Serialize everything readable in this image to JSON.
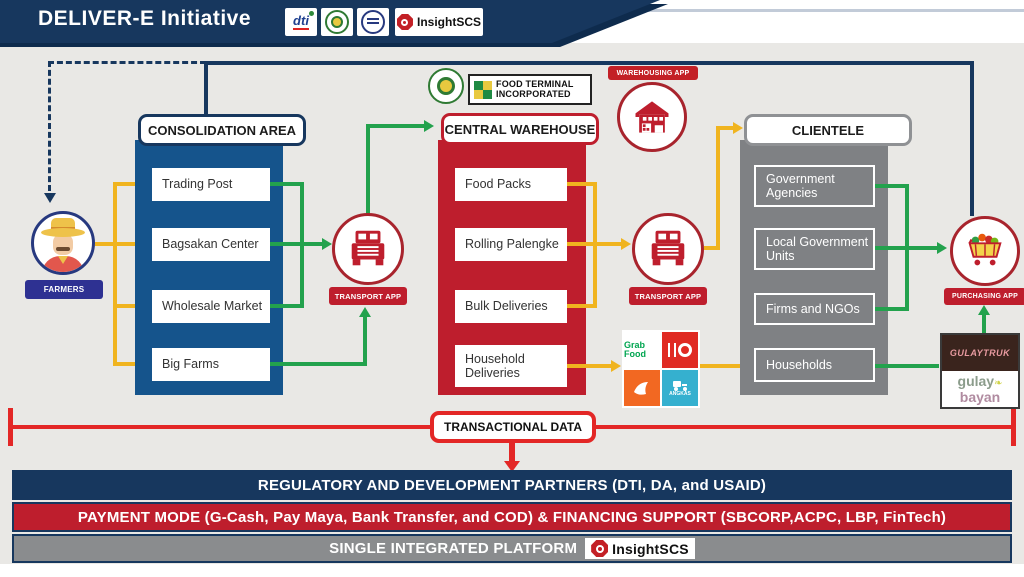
{
  "header": {
    "title": "DELIVER-E Initiative",
    "dti_logo_text": "dti",
    "brand": "InsightSCS"
  },
  "farmers": {
    "label": "FARMERS"
  },
  "consolidation": {
    "label": "CONSOLIDATION AREA",
    "items": [
      "Trading Post",
      "Bagsakan Center",
      "Wholesale Market",
      "Big Farms"
    ]
  },
  "transport1": {
    "label": "TRANSPORT APP"
  },
  "warehouse": {
    "label": "CENTRAL WAREHOUSE",
    "items": [
      "Food Packs",
      "Rolling Palengke",
      "Bulk Deliveries",
      "Household Deliveries"
    ]
  },
  "warehousing_app": {
    "label": "WAREHOUSING APP"
  },
  "food_terminal": {
    "line1": "FOOD TERMINAL",
    "line2": "INCORPORATED"
  },
  "transport2": {
    "label": "TRANSPORT APP"
  },
  "delivery_apps": {
    "grab": "Grab Food",
    "angkas": "ANGKAS"
  },
  "clientele": {
    "label": "CLIENTELE",
    "items": [
      "Government Agencies",
      "Local Government Units",
      "Firms and NGOs",
      "Households"
    ]
  },
  "purchasing_app": {
    "label": "PURCHASING APP"
  },
  "gulay": {
    "top": "GULAYTRUK",
    "word1": "gulay",
    "word2": "bayan"
  },
  "transactional": {
    "label": "TRANSACTIONAL DATA"
  },
  "bars": {
    "regulatory": "REGULATORY AND DEVELOPMENT PARTNERS (DTI, DA, and USAID)",
    "payment": "PAYMENT MODE (G-Cash, Pay Maya, Bank Transfer, and COD) & FINANCING SUPPORT (SBCORP,ACPC, LBP, FinTech)",
    "platform": "SINGLE INTEGRATED PLATFORM",
    "platform_brand": "InsightSCS"
  },
  "colors": {
    "dark_blue": "#17375e",
    "box_blue": "#15548c",
    "crimson": "#be1e2d",
    "bright_red": "#e32726",
    "green": "#23a24d",
    "yellow": "#f0b41f",
    "gray": "#7f8184",
    "background": "#e9e8e5"
  }
}
